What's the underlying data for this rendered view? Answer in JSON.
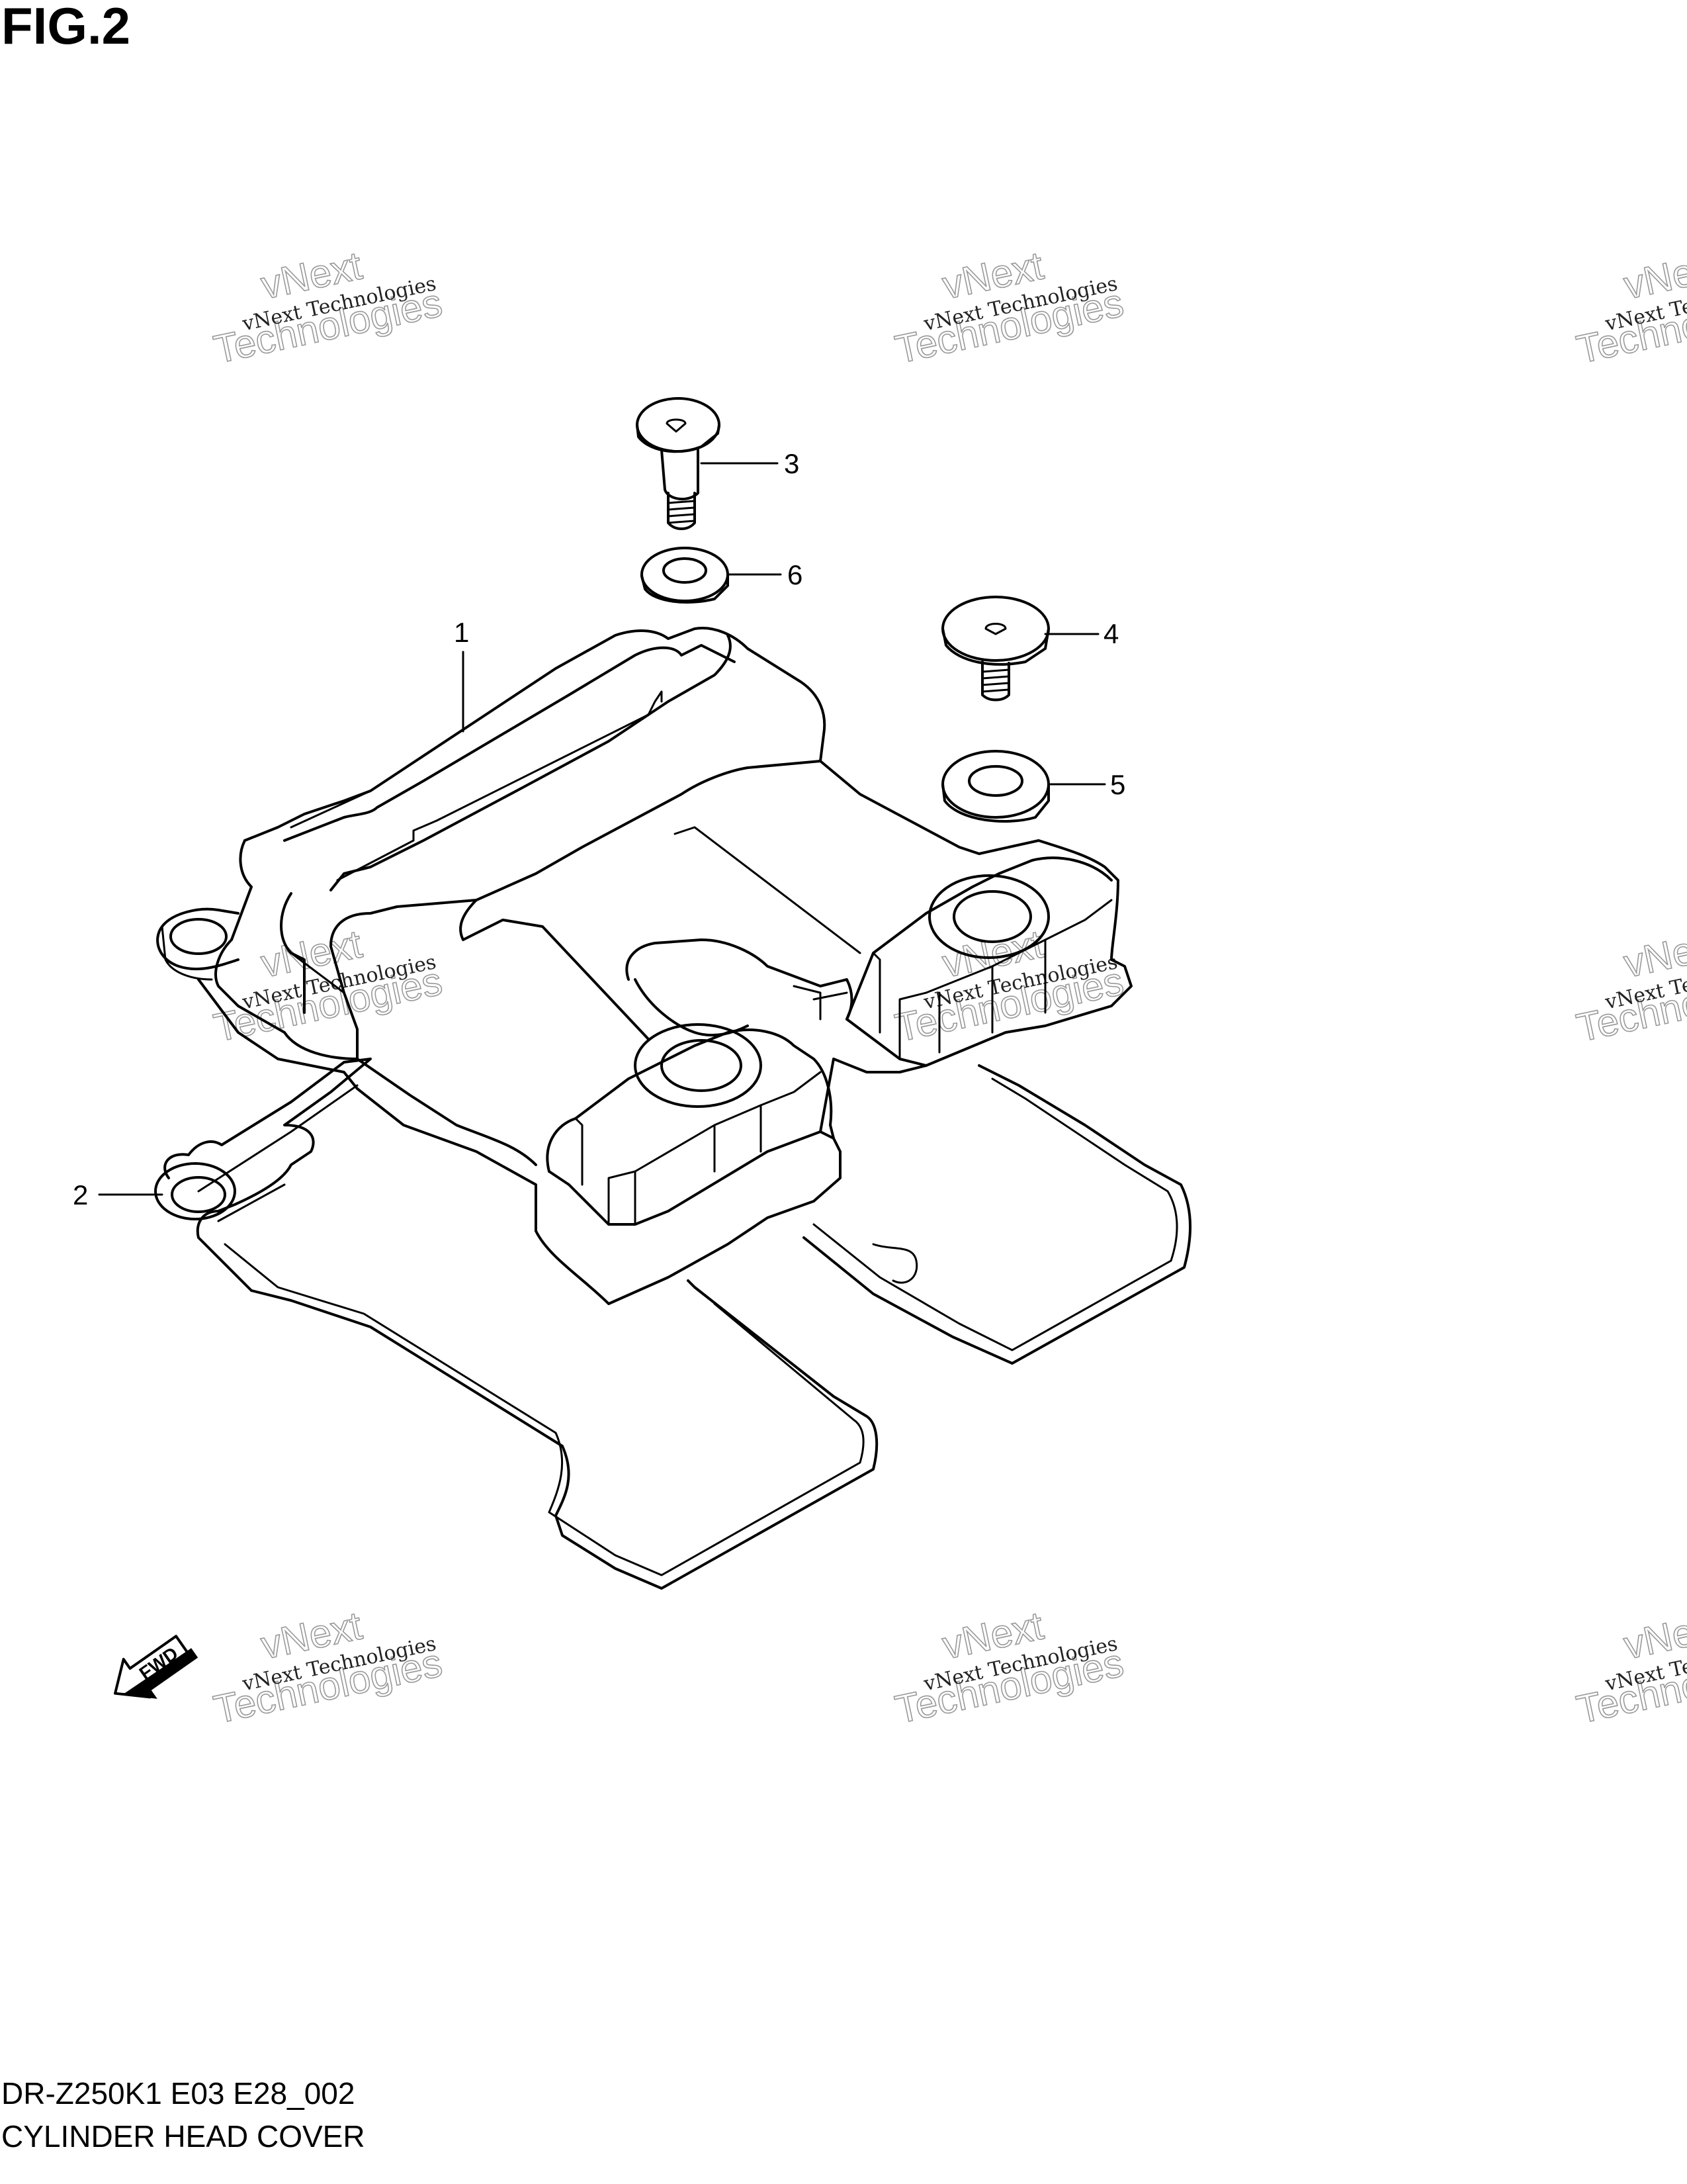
{
  "figure": {
    "title": "FIG.2"
  },
  "callouts": [
    {
      "number": "1"
    },
    {
      "number": "2"
    },
    {
      "number": "3"
    },
    {
      "number": "4"
    },
    {
      "number": "5"
    },
    {
      "number": "6"
    }
  ],
  "fwd_mark": {
    "label": "FWD",
    "icon": "forward-arrow-icon"
  },
  "watermark": {
    "line1": "vNext Technologies",
    "line2": "vNext",
    "line3": "Technologies"
  },
  "footer": {
    "code": "DR-Z250K1 E03 E28_002",
    "name": "CYLINDER HEAD COVER"
  }
}
